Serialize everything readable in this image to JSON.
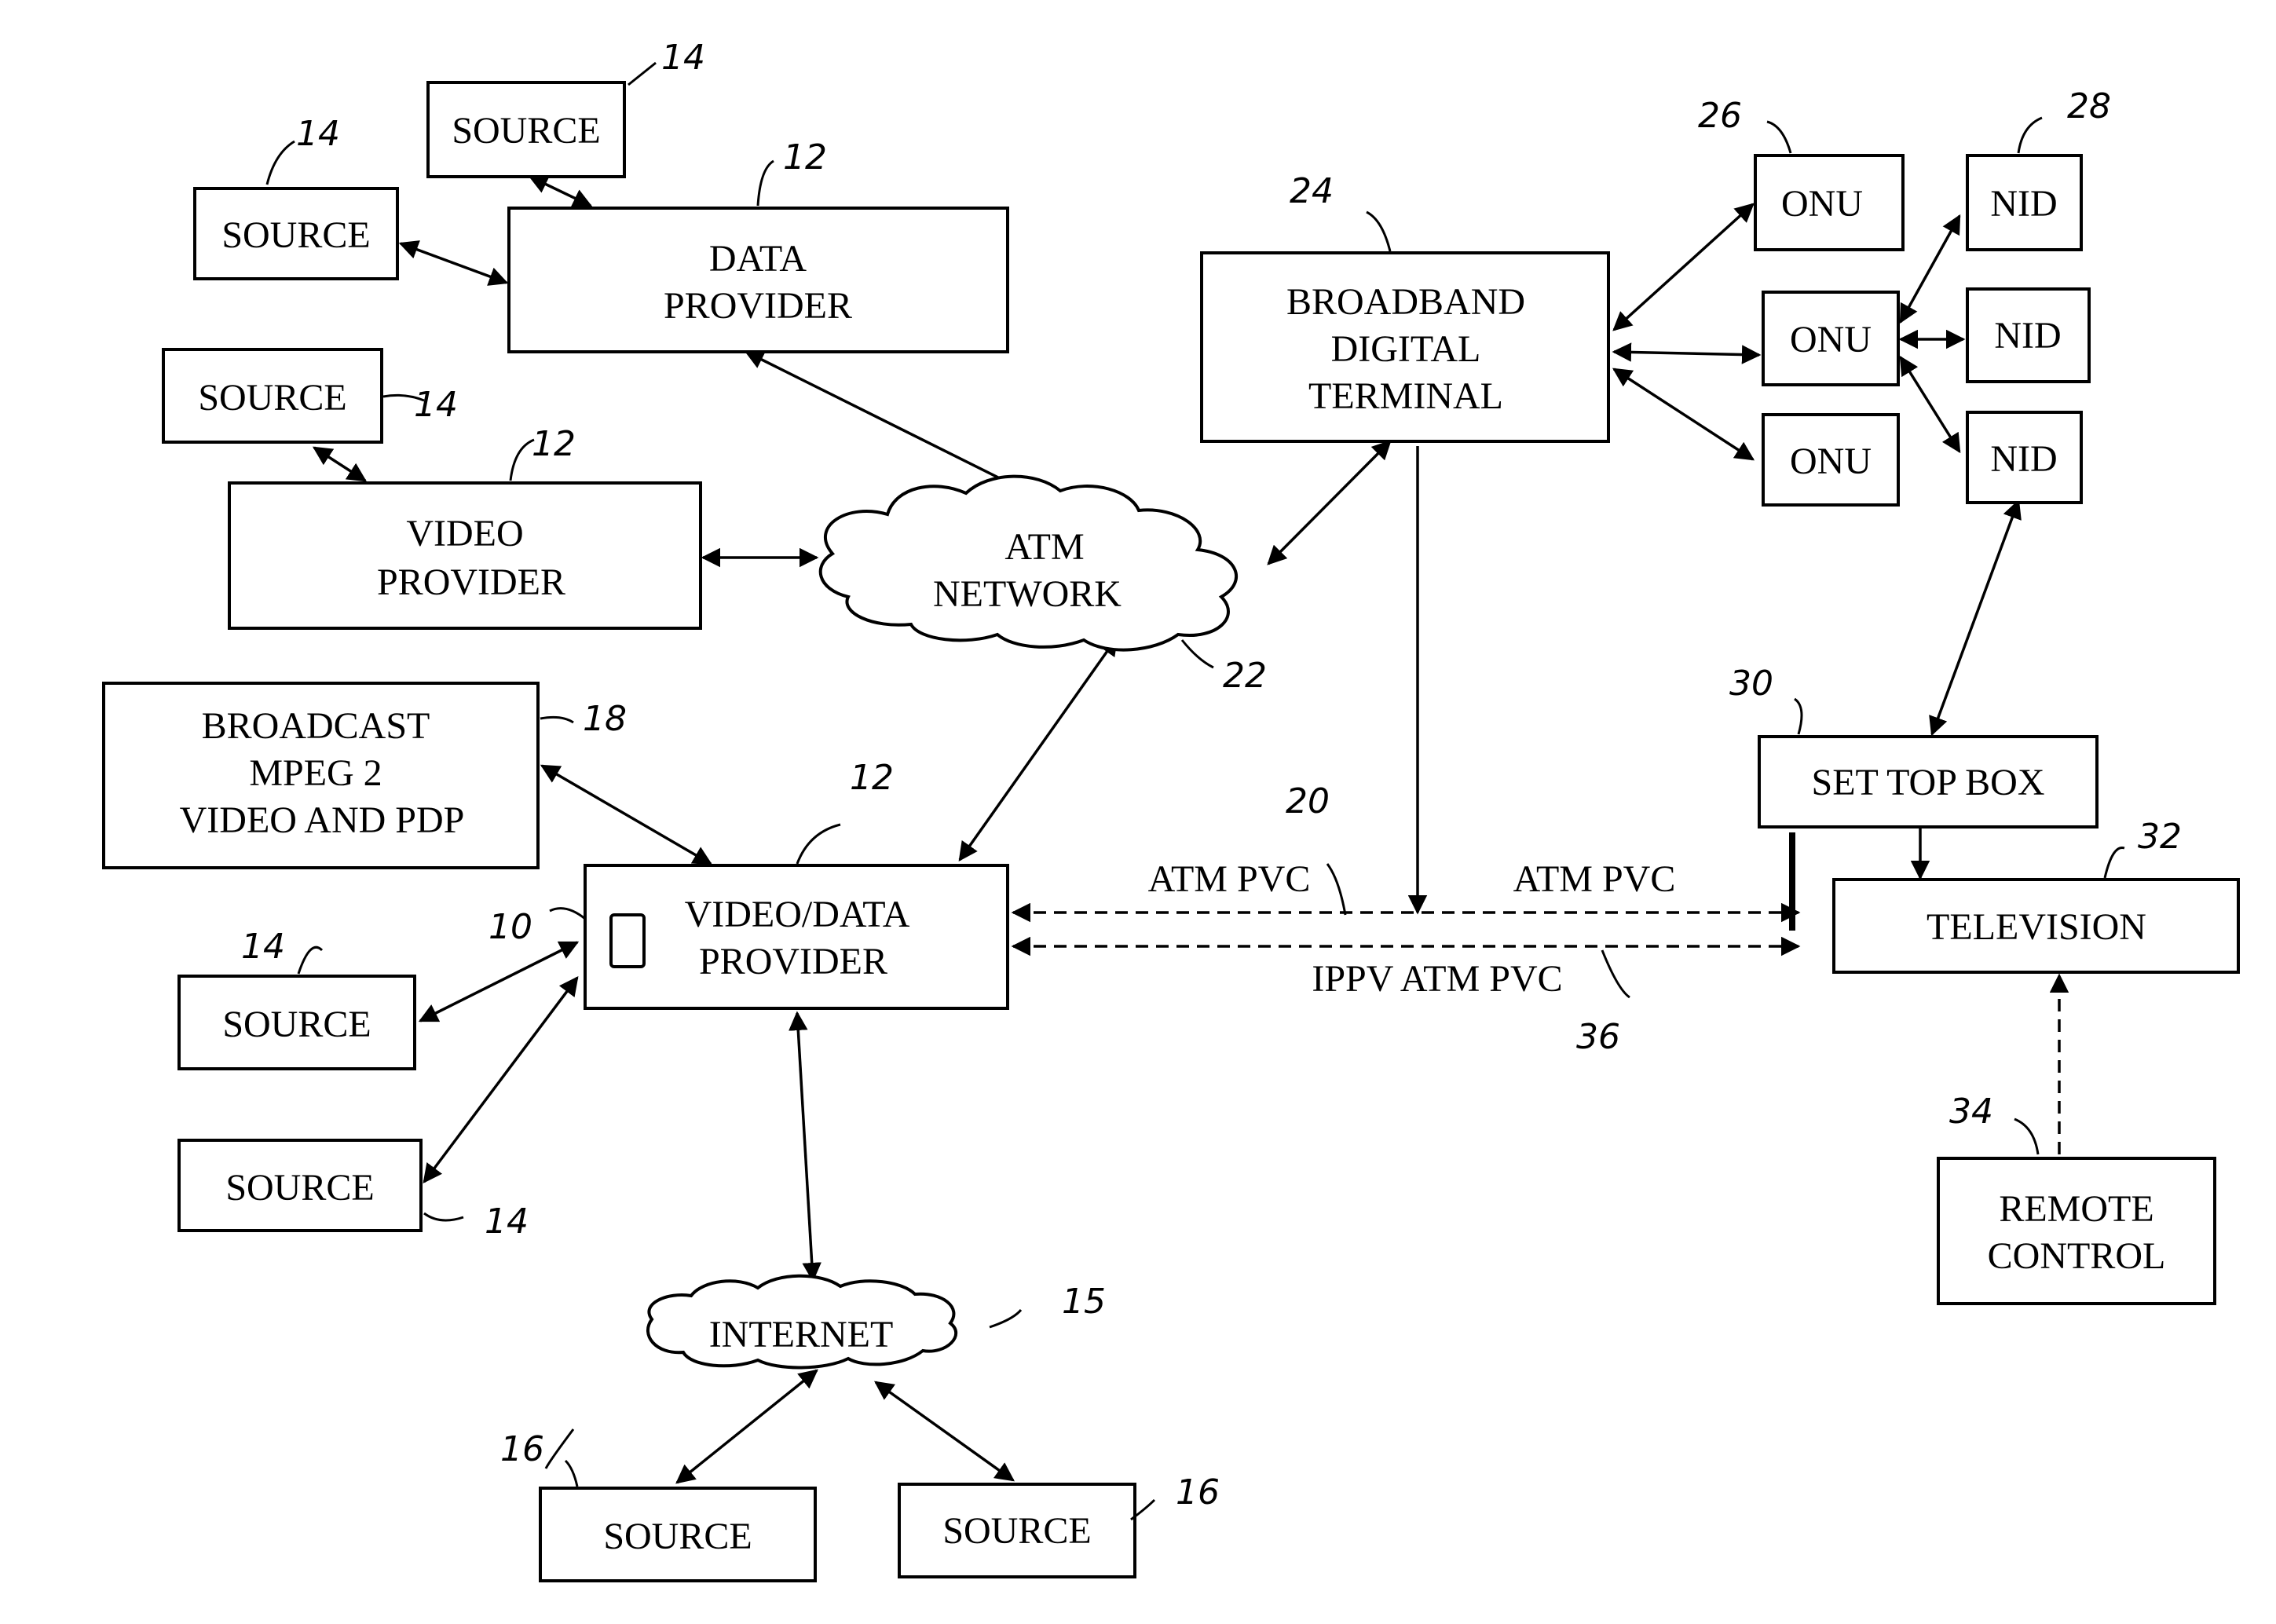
{
  "labels": {
    "source": "SOURCE",
    "data_provider": [
      "DATA",
      "PROVIDER"
    ],
    "video_provider": [
      "VIDEO",
      "PROVIDER"
    ],
    "broadcast": [
      "BROADCAST",
      "MPEG 2",
      "VIDEO AND PDP"
    ],
    "video_data_provider": [
      "VIDEO/DATA",
      "PROVIDER"
    ],
    "atm_network": [
      "ATM",
      "NETWORK"
    ],
    "internet": "INTERNET",
    "bdt": [
      "BROADBAND",
      "DIGITAL",
      "TERMINAL"
    ],
    "onu": "ONU",
    "nid": "NID",
    "set_top_box": "SET TOP BOX",
    "television": "TELEVISION",
    "remote_control": [
      "REMOTE",
      "CONTROL"
    ],
    "atm_pvc": "ATM PVC",
    "ippv_atm_pvc": "IPPV ATM PVC"
  },
  "refs": {
    "r10": "10",
    "r12": "12",
    "r14": "14",
    "r15": "15",
    "r16": "16",
    "r18": "18",
    "r20": "20",
    "r22": "22",
    "r24": "24",
    "r26": "26",
    "r28": "28",
    "r30": "30",
    "r32": "32",
    "r34": "34",
    "r36": "36"
  }
}
